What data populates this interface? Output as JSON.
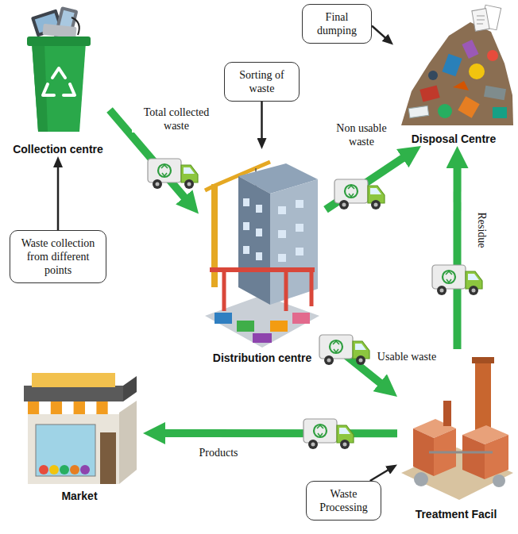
{
  "diagram": {
    "nodes": [
      {
        "text": [
          "Collection centre"
        ]
      },
      {
        "text": [
          "Final dumping"
        ]
      },
      {
        "text": [
          "Disposal Centre"
        ]
      },
      {
        "text": [
          "Sorting of waste"
        ]
      },
      {
        "text": [
          "Waste collection from different points"
        ]
      },
      {
        "text": [
          "Distribution centre"
        ]
      },
      {
        "text": [
          "Market"
        ]
      },
      {
        "text": [
          "Treatment Facil"
        ]
      },
      {
        "text": [
          "Waste Processing"
        ]
      }
    ],
    "edges": [
      {
        "from": 0,
        "to": 5,
        "label": "Total collected waste",
        "arrow": "to"
      },
      {
        "from": 5,
        "to": 2,
        "label": "Non usable waste",
        "arrow": "to"
      },
      {
        "from": 5,
        "to": 7,
        "label": "Usable waste",
        "arrow": "to"
      },
      {
        "from": 7,
        "to": 2,
        "label": "Residue",
        "arrow": "to"
      },
      {
        "from": 7,
        "to": 6,
        "label": "Products",
        "arrow": "to"
      },
      {
        "from": 4,
        "to": 0,
        "arrow": "to"
      },
      {
        "from": 3,
        "to": 5,
        "arrow": "to"
      },
      {
        "from": 1,
        "to": 2,
        "arrow": "to"
      },
      {
        "from": 8,
        "to": 7,
        "arrow": "to"
      }
    ]
  }
}
